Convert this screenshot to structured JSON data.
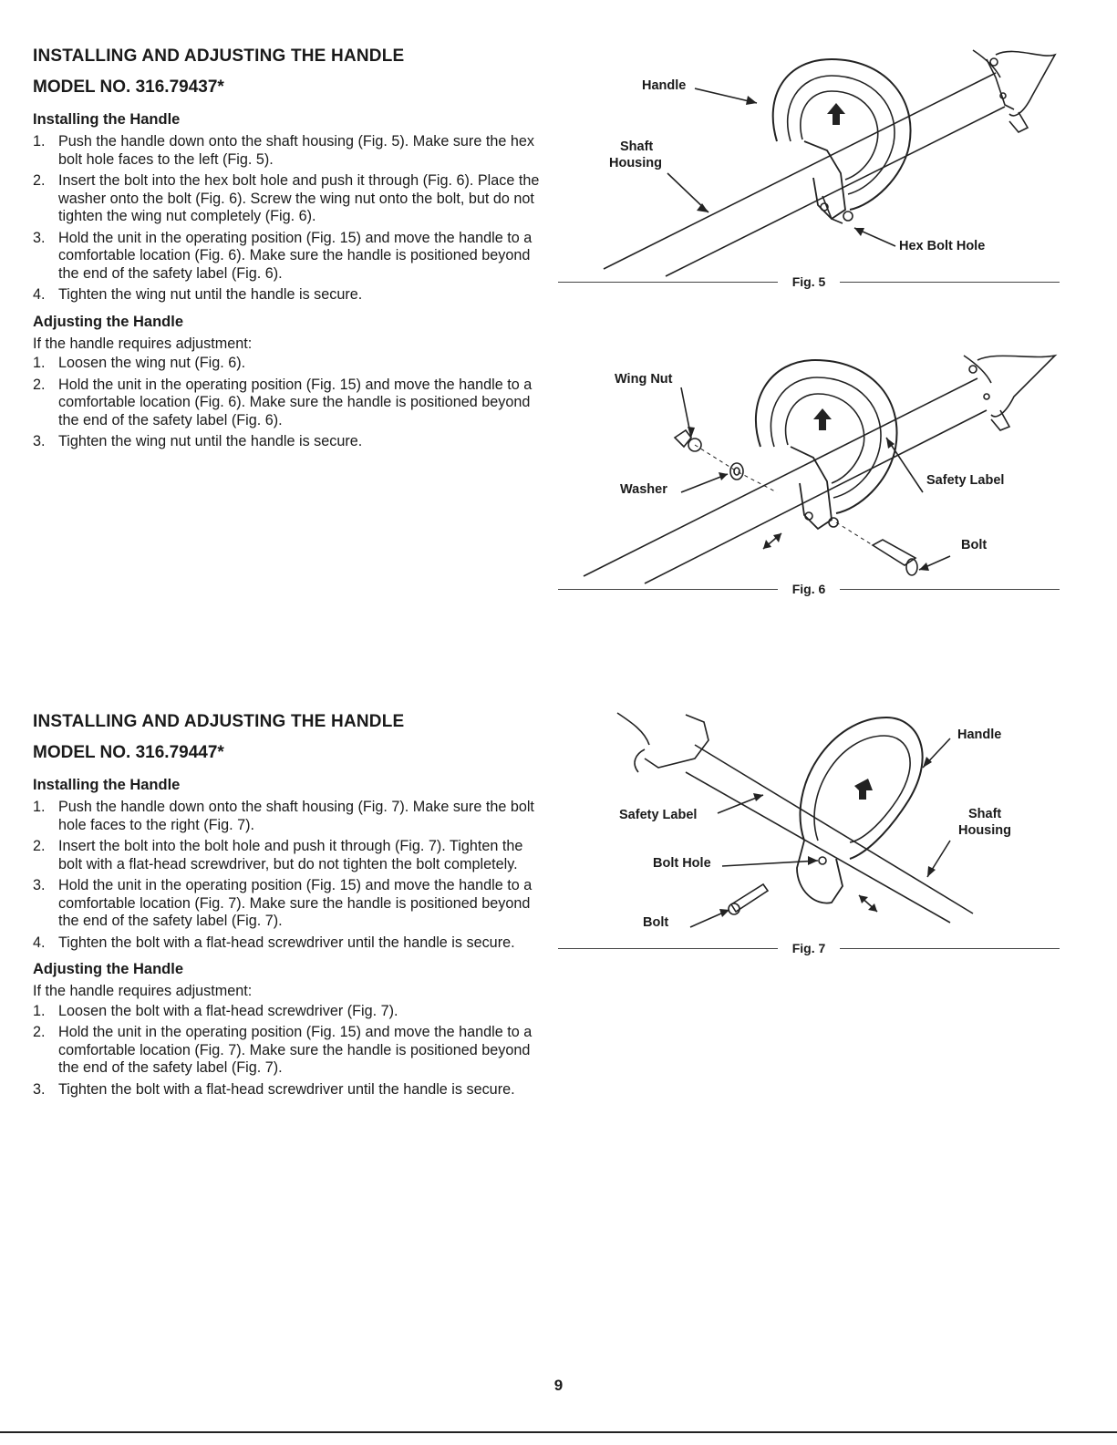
{
  "sections": [
    {
      "title": "INSTALLING AND ADJUSTING THE HANDLE",
      "model": "MODEL NO. 316.79437*",
      "installing_heading": "Installing the Handle",
      "installing_steps": [
        {
          "num": "1.",
          "text": "Push the handle down onto the shaft housing (Fig. 5). Make sure the hex bolt hole faces to the left (Fig. 5)."
        },
        {
          "num": "2.",
          "text": "Insert the bolt into the hex bolt hole and push it through (Fig. 6). Place the washer onto the bolt (Fig. 6). Screw the wing nut onto the bolt, but do not tighten the wing nut completely (Fig. 6)."
        },
        {
          "num": "3.",
          "text": "Hold the unit in the operating position (Fig. 15) and move the handle to a comfortable location (Fig. 6). Make sure the handle is positioned beyond the end of the safety label (Fig. 6)."
        },
        {
          "num": "4.",
          "text": "Tighten the wing nut until the handle is secure."
        }
      ],
      "adjusting_heading": "Adjusting the Handle",
      "adjusting_intro": "If the handle requires adjustment:",
      "adjusting_steps": [
        {
          "num": "1.",
          "text": "Loosen the wing nut (Fig. 6)."
        },
        {
          "num": "2.",
          "text": "Hold the unit in the operating position (Fig. 15) and move the handle to a comfortable location (Fig. 6). Make sure the handle is positioned beyond the end of the safety label (Fig. 6)."
        },
        {
          "num": "3.",
          "text": "Tighten the wing nut until the handle is secure."
        }
      ]
    },
    {
      "title": "INSTALLING AND ADJUSTING THE HANDLE",
      "model": "MODEL NO. 316.79447*",
      "installing_heading": "Installing the Handle",
      "installing_steps": [
        {
          "num": "1.",
          "text": "Push the handle down onto the shaft housing (Fig. 7). Make sure the bolt hole faces to the right (Fig. 7)."
        },
        {
          "num": "2.",
          "text": "Insert the bolt into the bolt hole and push it through (Fig. 7). Tighten the bolt with a flat-head screwdriver, but do not tighten the bolt completely."
        },
        {
          "num": "3.",
          "text": "Hold the unit in the operating position (Fig. 15) and move the handle to a comfortable location (Fig. 7). Make sure the handle is positioned beyond the end of the safety label (Fig. 7)."
        },
        {
          "num": "4.",
          "text": "Tighten the bolt with a flat-head screwdriver until the handle is secure."
        }
      ],
      "adjusting_heading": "Adjusting the Handle",
      "adjusting_intro": "If the handle requires adjustment:",
      "adjusting_steps": [
        {
          "num": "1.",
          "text": "Loosen the bolt with a flat-head screwdriver (Fig. 7)."
        },
        {
          "num": "2.",
          "text": "Hold the unit in the operating position (Fig. 15) and move the handle to a comfortable location (Fig. 7). Make sure the handle is positioned beyond the end of the safety label (Fig. 7)."
        },
        {
          "num": "3.",
          "text": "Tighten the bolt with a flat-head screwdriver until the handle is secure."
        }
      ]
    }
  ],
  "figures": {
    "fig5": {
      "caption": "Fig. 5",
      "labels": {
        "handle": "Handle",
        "shaft": "Shaft",
        "housing": "Housing",
        "hex_bolt_hole": "Hex Bolt Hole"
      }
    },
    "fig6": {
      "caption": "Fig. 6",
      "labels": {
        "wing_nut": "Wing Nut",
        "washer": "Washer",
        "safety_label": "Safety Label",
        "bolt": "Bolt"
      }
    },
    "fig7": {
      "caption": "Fig. 7",
      "labels": {
        "handle": "Handle",
        "safety_label": "Safety Label",
        "shaft": "Shaft",
        "housing": "Housing",
        "bolt_hole": "Bolt Hole",
        "bolt": "Bolt"
      }
    }
  },
  "page_number": "9"
}
